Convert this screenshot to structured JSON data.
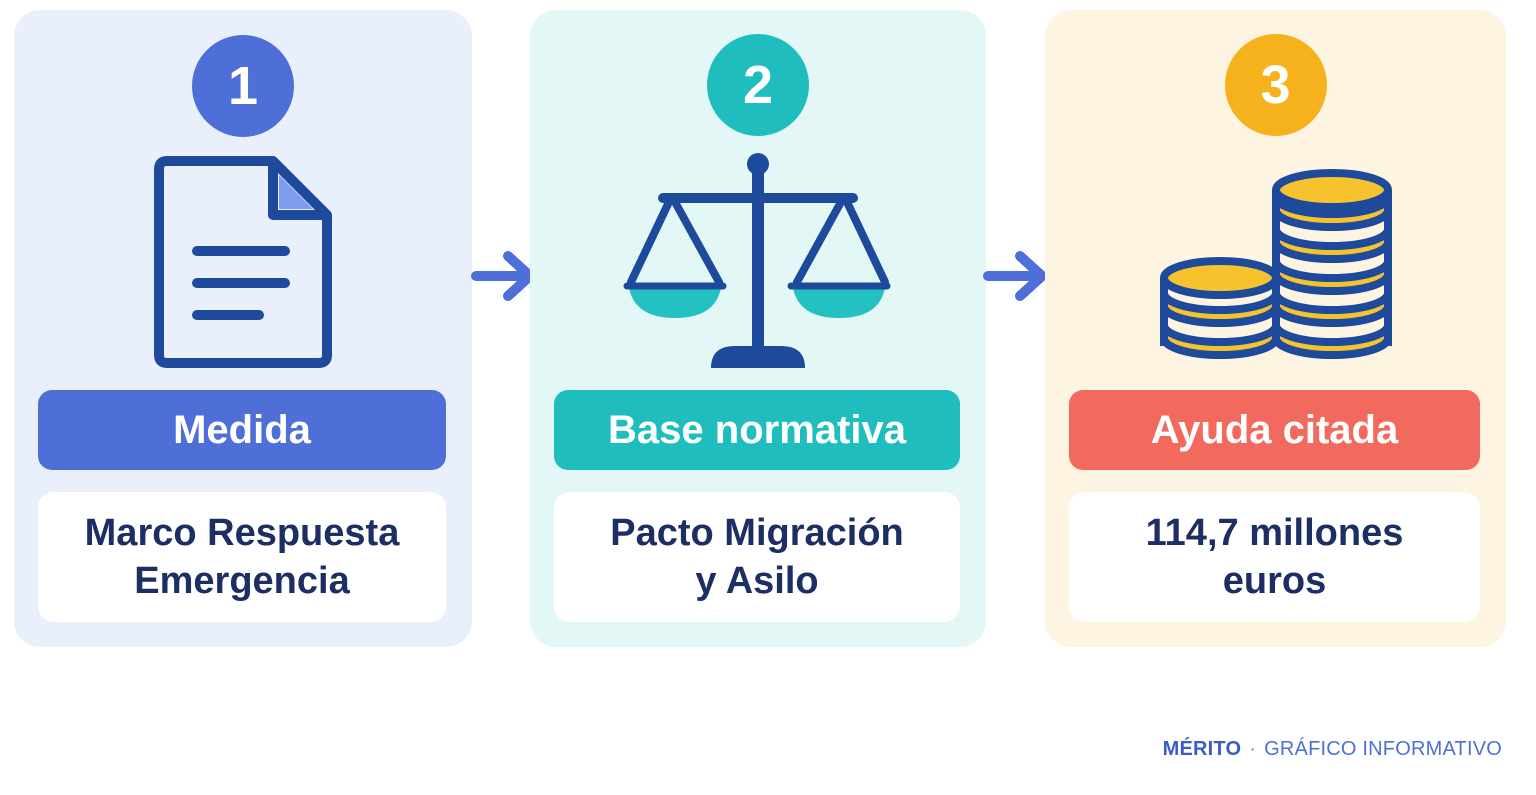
{
  "steps": [
    {
      "number": "1",
      "label": "Medida",
      "description": "Marco Respuesta\nEmergencia",
      "icon": "document-icon",
      "color": "#4f6fd8"
    },
    {
      "number": "2",
      "label": "Base normativa",
      "description": "Pacto Migración\ny Asilo",
      "icon": "scales-icon",
      "color": "#1fbdbd"
    },
    {
      "number": "3",
      "label": "Ayuda citada",
      "description": "114,7 millones\neuros",
      "icon": "coins-icon",
      "color": "#f26a5e"
    }
  ],
  "footer": {
    "brand": "MÉRITO",
    "separator": "·",
    "text": "GRÁFICO INFORMATIVO"
  },
  "colors": {
    "arrow": "#4f6fd8",
    "text_dark": "#1c2e63"
  }
}
